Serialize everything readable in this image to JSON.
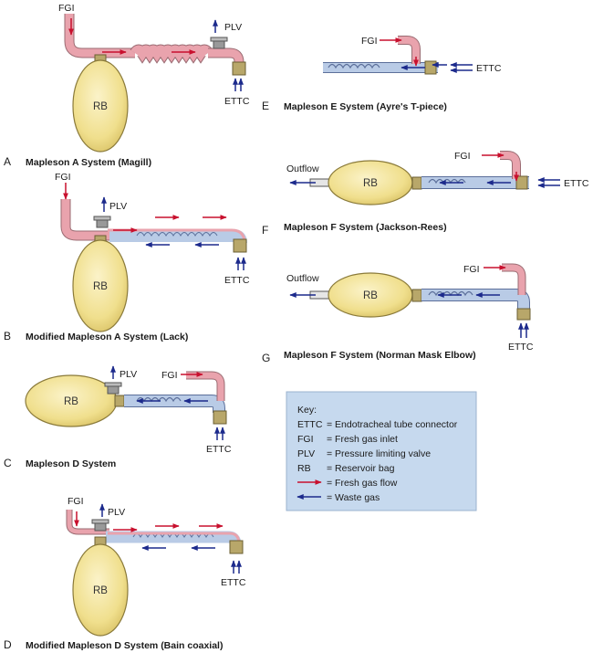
{
  "labels": {
    "fgi": "FGI",
    "plv": "PLV",
    "ettc": "ETTC",
    "rb": "RB",
    "outflow": "Outflow"
  },
  "panels": {
    "A": {
      "letter": "A",
      "caption": "Mapleson A System (Magill)"
    },
    "B": {
      "letter": "B",
      "caption": "Modified Mapleson A System (Lack)"
    },
    "C": {
      "letter": "C",
      "caption": "Mapleson D System"
    },
    "D": {
      "letter": "D",
      "caption": "Modified Mapleson D System (Bain coaxial)"
    },
    "E": {
      "letter": "E",
      "caption": "Mapleson E System (Ayre's T-piece)"
    },
    "F": {
      "letter": "F",
      "caption": "Mapleson F System (Jackson-Rees)"
    },
    "G": {
      "letter": "G",
      "caption": "Mapleson F System (Norman Mask Elbow)"
    }
  },
  "key": {
    "title": "Key:",
    "entries": [
      {
        "term": "ETTC",
        "definition": "= Endotracheal tube connector"
      },
      {
        "term": "FGI",
        "definition": "= Fresh gas inlet"
      },
      {
        "term": "PLV",
        "definition": "= Pressure limiting valve"
      },
      {
        "term": "RB",
        "definition": "= Reservoir bag"
      },
      {
        "term": "",
        "definition": "= Fresh gas flow"
      },
      {
        "term": "",
        "definition": "= Waste gas"
      }
    ]
  },
  "colors": {
    "fresh_gas": "#c8102e",
    "waste_gas": "#1c2a8c",
    "fresh_tube": "#e9a3ad",
    "waste_tube": "#b9cbe6",
    "bag": "#f3e49e",
    "connector": "#b8a76a",
    "key_bg": "#c6d9ee"
  }
}
